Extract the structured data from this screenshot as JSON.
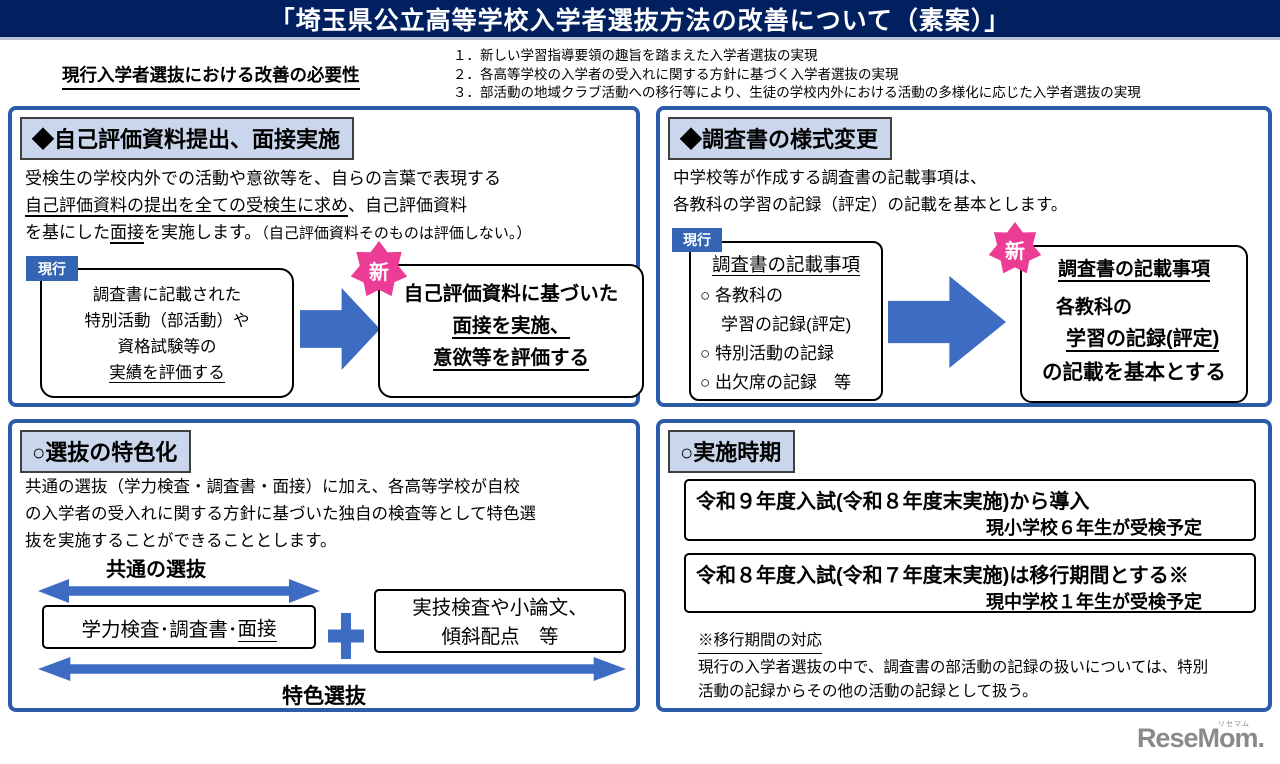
{
  "title": "「埼玉県公立高等学校入学者選抜方法の改善について（素案）」",
  "intro": {
    "heading": "現行入学者選抜における改善の必要性",
    "points": [
      "１．新しい学習指導要領の趣旨を踏まえた入学者選抜の実現",
      "２．各高等学校の入学者の受入れに関する方針に基づく入学者選抜の実現",
      "３．部活動の地域クラブ活動への移行等により、生徒の学校内外における活動の多様化に応じた入学者選抜の実現"
    ]
  },
  "panel_self_eval": {
    "header": "◆自己評価資料提出、面接実施",
    "line1": "受検生の学校内外での活動や意欲等を、自らの言葉で表現する",
    "line2_underline": "自己評価資料の提出を全ての受検生に求め",
    "line2_rest": "、自己評価資料",
    "line3_pre": "を基にした",
    "line3_underline": "面接",
    "line3_mid": "を実施します。",
    "line3_note": "（自己評価資料そのものは評価しない。）",
    "current_label": "現行",
    "current_box": {
      "line1": "調査書に記載された",
      "line2": "特別活動（部活動）や",
      "line3": "資格試験等の",
      "line4_underline": "実績を評価する"
    },
    "new_badge": "新",
    "new_box": {
      "line1": "自己評価資料に基づいた",
      "line2_underline": "面接を実施、",
      "line3_underline": "意欲等を評価する"
    }
  },
  "panel_chousasho": {
    "header": "◆調査書の様式変更",
    "line1": "中学校等が作成する調査書の記載事項は、",
    "line2": "各教科の学習の記録（評定）の記載を基本とします。",
    "current_label": "現行",
    "current_box": {
      "title": "調査書の記載事項",
      "items": [
        "○ 各教科の",
        "学習の記録(評定)",
        "○ 特別活動の記録",
        "○ 出欠席の記録　等"
      ]
    },
    "new_badge": "新",
    "new_box": {
      "title": "調査書の記載事項",
      "line1": "各教科の",
      "line2_underline": "学習の記録(評定)",
      "line3": "の記載を基本とする"
    }
  },
  "panel_tokushoku": {
    "header": "○選抜の特色化",
    "line1": "共通の選抜（学力検査・調査書・面接）に加え、各高等学校が自校",
    "line2": "の入学者の受入れに関する方針に基づいた独自の検査等として特色選",
    "line3": "抜を実施することができることとします。",
    "common_label": "共通の選抜",
    "common_box_pre": "学力検査･調査書･",
    "common_box_underline": "面接",
    "special_box_line1": "実技検査や小論文、",
    "special_box_line2": "傾斜配点　等",
    "special_label": "特色選抜"
  },
  "panel_schedule": {
    "header": "○実施時期",
    "box1_line1": "令和９年度入試(令和８年度末実施)から導入",
    "box1_line2": "現小学校６年生が受検予定",
    "box2_line1": "令和８年度入試(令和７年度末実施)は移行期間とする※",
    "box2_line2": "現中学校１年生が受検予定",
    "note_title": "※移行期間の対応",
    "note_line1": "現行の入学者選抜の中で、調査書の部活動の記録の扱いについては、特別",
    "note_line2": "活動の記録からその他の活動の記録として扱う。"
  },
  "logo": {
    "text": "ReseMom",
    "kana": "リセマム",
    "dot": "."
  },
  "colors": {
    "title_bg": "#002060",
    "panel_border": "#2a5caa",
    "label_bg": "#c9d6eb",
    "current_label_bg": "#3465b4",
    "new_badge_pink": "#ec3c95",
    "arrow_blue": "#3f6cc3",
    "logo_gray": "#8a8a8a"
  }
}
